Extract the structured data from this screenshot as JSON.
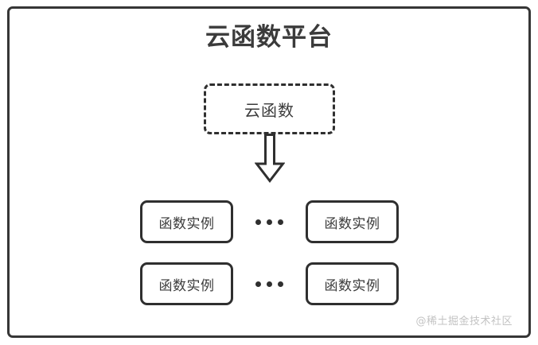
{
  "diagram": {
    "title": "云函数平台",
    "cloud_function": {
      "label": "云函数",
      "style": "dashed-box"
    },
    "arrow": {
      "icon": "down-block-arrow",
      "direction": "down"
    },
    "rows": [
      {
        "left_instance": "函数实例",
        "ellipsis": "…",
        "right_instance": "函数实例"
      },
      {
        "left_instance": "函数实例",
        "ellipsis": "…",
        "right_instance": "函数实例"
      }
    ],
    "watermark": "@稀土掘金技术社区",
    "colors": {
      "stroke": "#2f2f2f",
      "frame_stroke": "#363636",
      "text": "#3b3b3b",
      "background": "#ffffff",
      "watermark": "#c3c3c3"
    }
  }
}
